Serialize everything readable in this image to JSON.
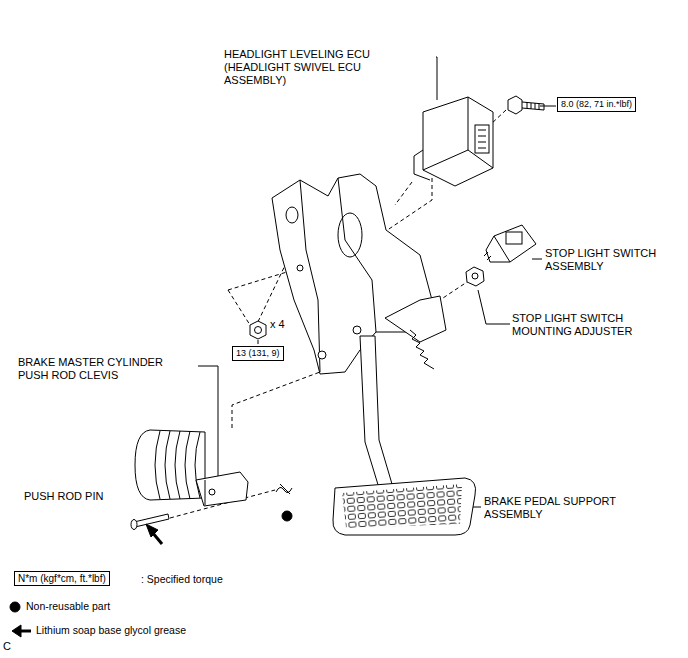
{
  "diagram": {
    "nodes": [
      {
        "text": [
          "8.0 (82, 71 in.*lbf)"
        ]
      },
      {
        "text": [
          "13 (131, 9)"
        ]
      },
      {
        "text": [
          "N*m (kgf*cm, ft.*lbf)"
        ]
      }
    ],
    "labels": [
      "HEADLIGHT LEVELING ECU (HEADLIGHT SWIVEL ECU ASSEMBLY)",
      "STOP LIGHT SWITCH ASSEMBLY",
      "STOP LIGHT SWITCH MOUNTING ADJUSTER",
      "x 4",
      "BRAKE MASTER CYLINDER PUSH ROD CLEVIS",
      "PUSH ROD PIN",
      "BRAKE PEDAL SUPPORT ASSEMBLY",
      "C"
    ],
    "legend": [
      {
        "text": ": Specified torque"
      },
      {
        "text": "Non-reusable part"
      },
      {
        "text": "Lithium soap base glycol grease"
      }
    ]
  }
}
